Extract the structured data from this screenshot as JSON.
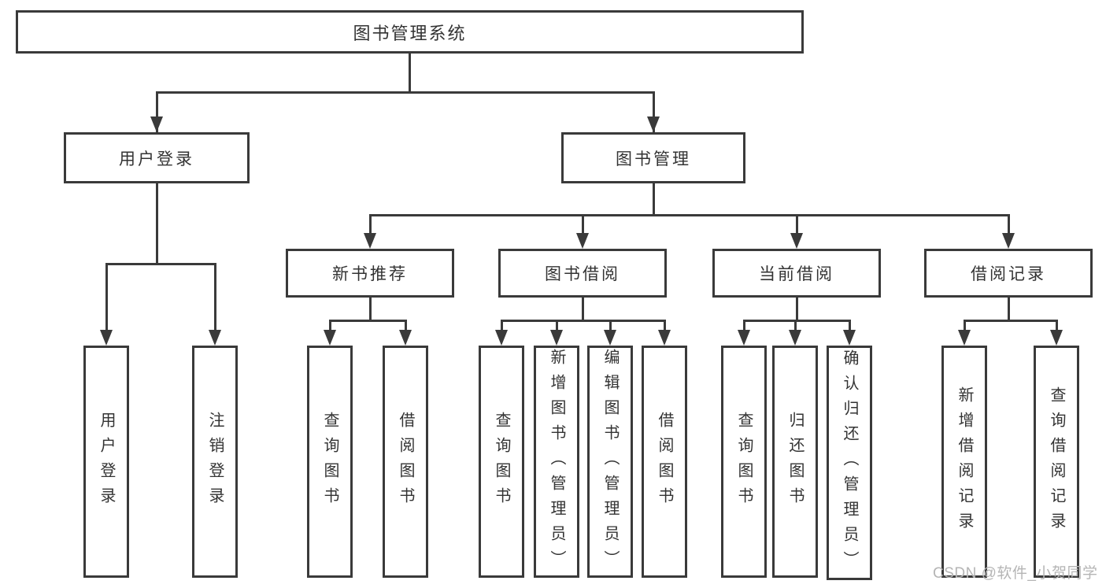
{
  "tree": {
    "label": "图书管理系统",
    "children": [
      {
        "label": "用户登录",
        "children": [
          {
            "label": "用户登录"
          },
          {
            "label": "注销登录"
          }
        ]
      },
      {
        "label": "图书管理",
        "children": [
          {
            "label": "新书推荐",
            "children": [
              {
                "label": "查询图书"
              },
              {
                "label": "借阅图书"
              }
            ]
          },
          {
            "label": "图书借阅",
            "children": [
              {
                "label": "查询图书"
              },
              {
                "label": "新增图书（管理员）"
              },
              {
                "label": "编辑图书（管理员）"
              },
              {
                "label": "借阅图书"
              }
            ]
          },
          {
            "label": "当前借阅",
            "children": [
              {
                "label": "查询图书"
              },
              {
                "label": "归还图书"
              },
              {
                "label": "确认归还（管理员）"
              }
            ]
          },
          {
            "label": "借阅记录",
            "children": [
              {
                "label": "新增借阅记录"
              },
              {
                "label": "查询借阅记录"
              }
            ]
          }
        ]
      }
    ]
  },
  "watermark": {
    "text": "CSDN @软件_小贺同学"
  },
  "colors": {
    "line": "#3a3a3a",
    "text": "#333333",
    "watermark": "#b5b5b5",
    "background": "#ffffff"
  }
}
